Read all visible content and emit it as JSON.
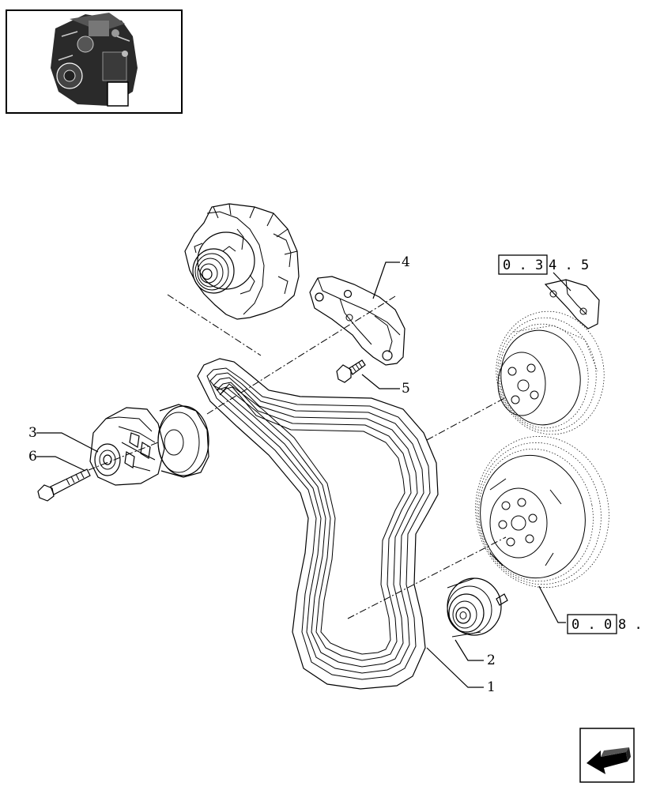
{
  "diagram": {
    "callouts": [
      {
        "id": "1",
        "text": "1"
      },
      {
        "id": "2",
        "text": "2"
      },
      {
        "id": "3",
        "text": "3"
      },
      {
        "id": "4",
        "text": "4"
      },
      {
        "id": "5",
        "text": "5"
      },
      {
        "id": "6",
        "text": "6"
      }
    ],
    "refs": [
      {
        "boxed": "0 . 3",
        "tail": "4 . 5"
      },
      {
        "boxed": "0 . 0",
        "tail": "8 ."
      }
    ]
  },
  "icons": {
    "thumbnail": "engine-thumbnail-icon",
    "navigation": "next-page-arrow-icon"
  },
  "colors": {
    "line": "#000000",
    "background": "#ffffff"
  }
}
